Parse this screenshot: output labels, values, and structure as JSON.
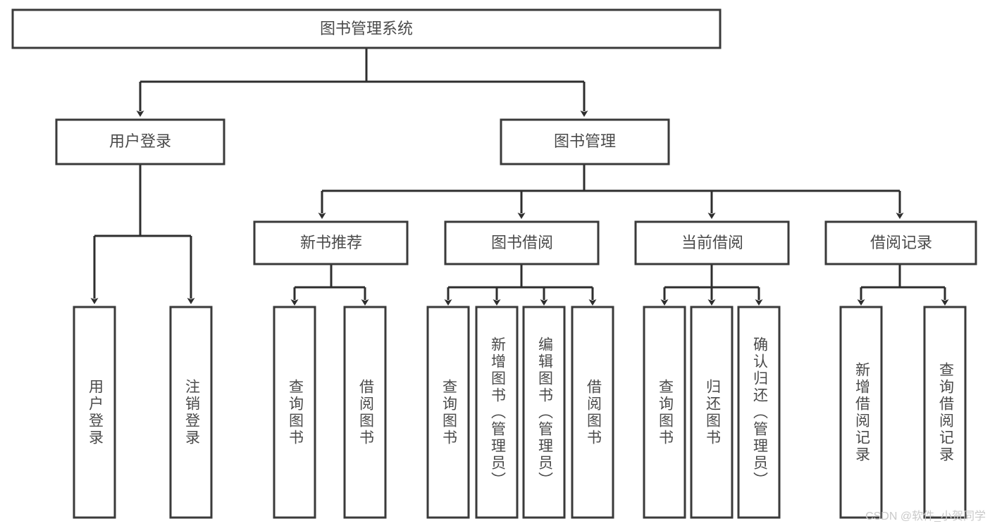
{
  "diagram": {
    "type": "tree",
    "title_text": "图书管理系统",
    "colors": {
      "box_stroke": "#3a3a3a",
      "box_fill": "#ffffff",
      "connector": "#2e2e2e",
      "label_text": "#4a4a4a",
      "watermark": "#c9c9c9",
      "background": "#ffffff"
    },
    "root": {
      "label": "图书管理系统"
    },
    "level2": [
      {
        "label": "用户登录"
      },
      {
        "label": "图书管理"
      }
    ],
    "level3": [
      {
        "label": "新书推荐"
      },
      {
        "label": "图书借阅"
      },
      {
        "label": "当前借阅"
      },
      {
        "label": "借阅记录"
      }
    ],
    "leaves": {
      "user_login": [
        {
          "label": "用户登录"
        },
        {
          "label": "注销登录"
        }
      ],
      "new_book": [
        {
          "label": "查询图书"
        },
        {
          "label": "借阅图书"
        }
      ],
      "book_borrow": [
        {
          "label": "查询图书"
        },
        {
          "label": "新增图书（管理员）"
        },
        {
          "label": "编辑图书（管理员）"
        },
        {
          "label": "借阅图书"
        }
      ],
      "current_borrow": [
        {
          "label": "查询图书"
        },
        {
          "label": "归还图书"
        },
        {
          "label": "确认归还（管理员）"
        }
      ],
      "borrow_record": [
        {
          "label": "新增借阅记录"
        },
        {
          "label": "查询借阅记录"
        }
      ]
    }
  },
  "watermark": {
    "text": "CSDN @软件_小贺同学"
  }
}
